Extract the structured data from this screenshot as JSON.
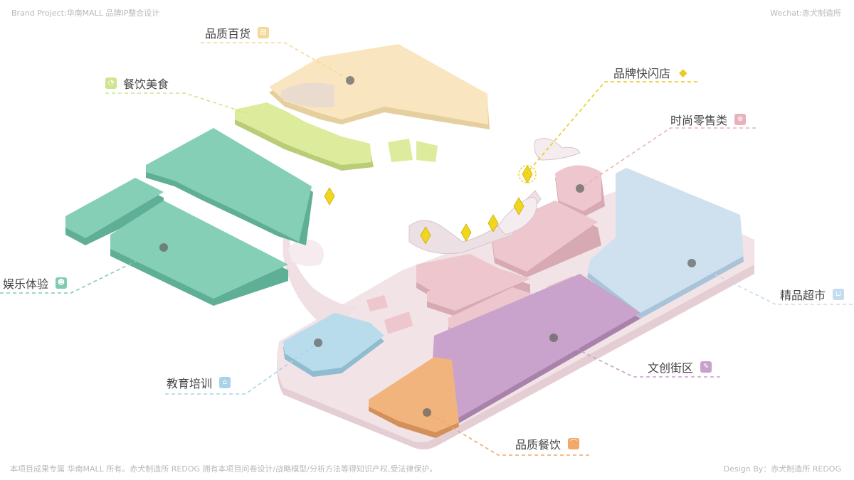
{
  "header": {
    "left": "Brand Project:华南MALL 品牌IP整合设计",
    "right": "Wechat:赤犬制造所"
  },
  "footer": {
    "left": "本项目成果专属 华南MALL 所有。赤犬制造所 REDOG 拥有本项目问卷设计/战略模型/分析方法等得知识产权,受法律保护。",
    "right": "Design By：赤犬制造所 REDOG"
  },
  "zones": [
    {
      "id": "department",
      "label": "品质百货",
      "color": "#f9e5bf",
      "icon": "bag-icon",
      "icon_color": "#f3d896"
    },
    {
      "id": "dining",
      "label": "餐饮美食",
      "color": "#dcec9c",
      "icon": "food-icon",
      "icon_color": "#cfe48b"
    },
    {
      "id": "popup",
      "label": "品牌快闪店",
      "color": "#f2d61d",
      "icon": "diamond-icon",
      "icon_color": "#e8cc18"
    },
    {
      "id": "fashion",
      "label": "时尚零售类",
      "color": "#eec6cd",
      "icon": "cart-icon",
      "icon_color": "#e8b1bb"
    },
    {
      "id": "entertainment",
      "label": "娱乐体验",
      "color": "#86cfb7",
      "icon": "person-icon",
      "icon_color": "#7fcbb3"
    },
    {
      "id": "supermarket",
      "label": "精品超市",
      "color": "#cfe1ef",
      "icon": "basket-icon",
      "icon_color": "#c5dcee"
    },
    {
      "id": "culture",
      "label": "文创街区",
      "color": "#c9a3cb",
      "icon": "pencil-icon",
      "icon_color": "#c7a0cb"
    },
    {
      "id": "education",
      "label": "教育培训",
      "color": "#b8dcec",
      "icon": "graduation-cap-icon",
      "icon_color": "#a9d3e8"
    },
    {
      "id": "quality_dining",
      "label": "品质餐饮",
      "color": "#f1b47c",
      "icon": "dish-icon",
      "icon_color": "#f0a96a"
    }
  ],
  "colors": {
    "floor": "#f2e3e6",
    "floor_edge": "#d9c2c7",
    "leader_dot": "#666666"
  }
}
